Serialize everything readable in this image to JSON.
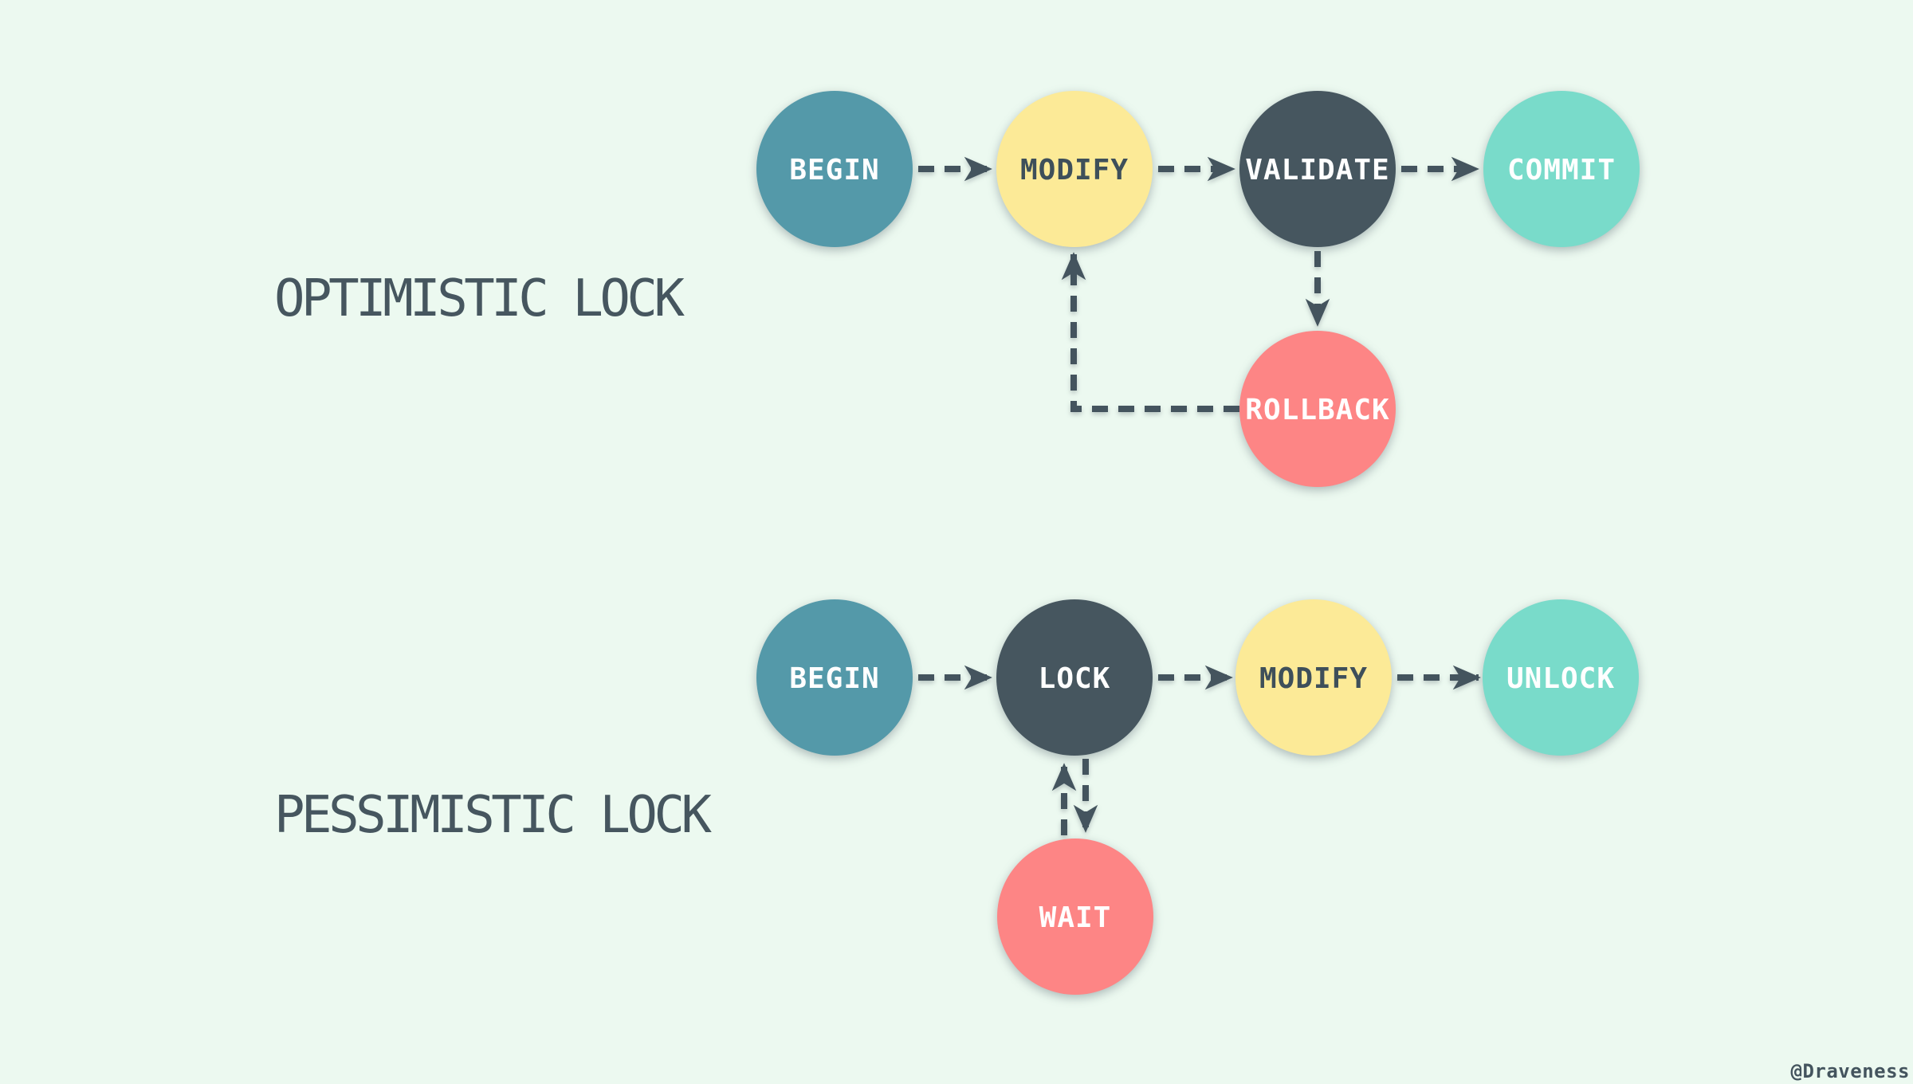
{
  "page": {
    "background": "#ecf9f0",
    "watermark": "@Draveness"
  },
  "colors": {
    "edge": "#44545e",
    "title": "#46565f",
    "watermark": "#44545e",
    "node_begin": "#5499a9",
    "node_modify": "#fcea97",
    "node_dark": "#46565f",
    "node_commit": "#79dbca",
    "node_danger": "#fd8585",
    "text_light": "#ffffff",
    "text_dark": "#3e4f5a"
  },
  "optimistic": {
    "title": "OPTIMISTIC LOCK",
    "nodes": [
      {
        "id": "begin",
        "label": "BEGIN",
        "color": "#5499a9",
        "text_color": "#ffffff"
      },
      {
        "id": "modify",
        "label": "MODIFY",
        "color": "#fcea97",
        "text_color": "#3e4f5a"
      },
      {
        "id": "validate",
        "label": "VALIDATE",
        "color": "#46565f",
        "text_color": "#ffffff"
      },
      {
        "id": "commit",
        "label": "COMMIT",
        "color": "#79dbca",
        "text_color": "#ffffff"
      },
      {
        "id": "rollback",
        "label": "ROLLBACK",
        "color": "#fd8585",
        "text_color": "#ffffff"
      }
    ],
    "edges": [
      {
        "from": "BEGIN",
        "to": "MODIFY",
        "style": "dashed-arrow"
      },
      {
        "from": "MODIFY",
        "to": "VALIDATE",
        "style": "dashed-arrow"
      },
      {
        "from": "VALIDATE",
        "to": "COMMIT",
        "style": "dashed-arrow"
      },
      {
        "from": "VALIDATE",
        "to": "ROLLBACK",
        "style": "dashed-arrow"
      },
      {
        "from": "ROLLBACK",
        "to": "MODIFY",
        "style": "dashed-arrow-elbow"
      }
    ]
  },
  "pessimistic": {
    "title": "PESSIMISTIC LOCK",
    "nodes": [
      {
        "id": "begin",
        "label": "BEGIN",
        "color": "#5499a9",
        "text_color": "#ffffff"
      },
      {
        "id": "lock",
        "label": "LOCK",
        "color": "#46565f",
        "text_color": "#ffffff"
      },
      {
        "id": "modify",
        "label": "MODIFY",
        "color": "#fcea97",
        "text_color": "#3e4f5a"
      },
      {
        "id": "unlock",
        "label": "UNLOCK",
        "color": "#79dbca",
        "text_color": "#ffffff"
      },
      {
        "id": "wait",
        "label": "WAIT",
        "color": "#fd8585",
        "text_color": "#ffffff"
      }
    ],
    "edges": [
      {
        "from": "BEGIN",
        "to": "LOCK",
        "style": "dashed-arrow"
      },
      {
        "from": "LOCK",
        "to": "MODIFY",
        "style": "dashed-arrow"
      },
      {
        "from": "MODIFY",
        "to": "UNLOCK",
        "style": "dashed-arrow"
      },
      {
        "from": "LOCK",
        "to": "WAIT",
        "style": "dashed-arrow"
      },
      {
        "from": "WAIT",
        "to": "LOCK",
        "style": "dashed-arrow"
      }
    ]
  }
}
